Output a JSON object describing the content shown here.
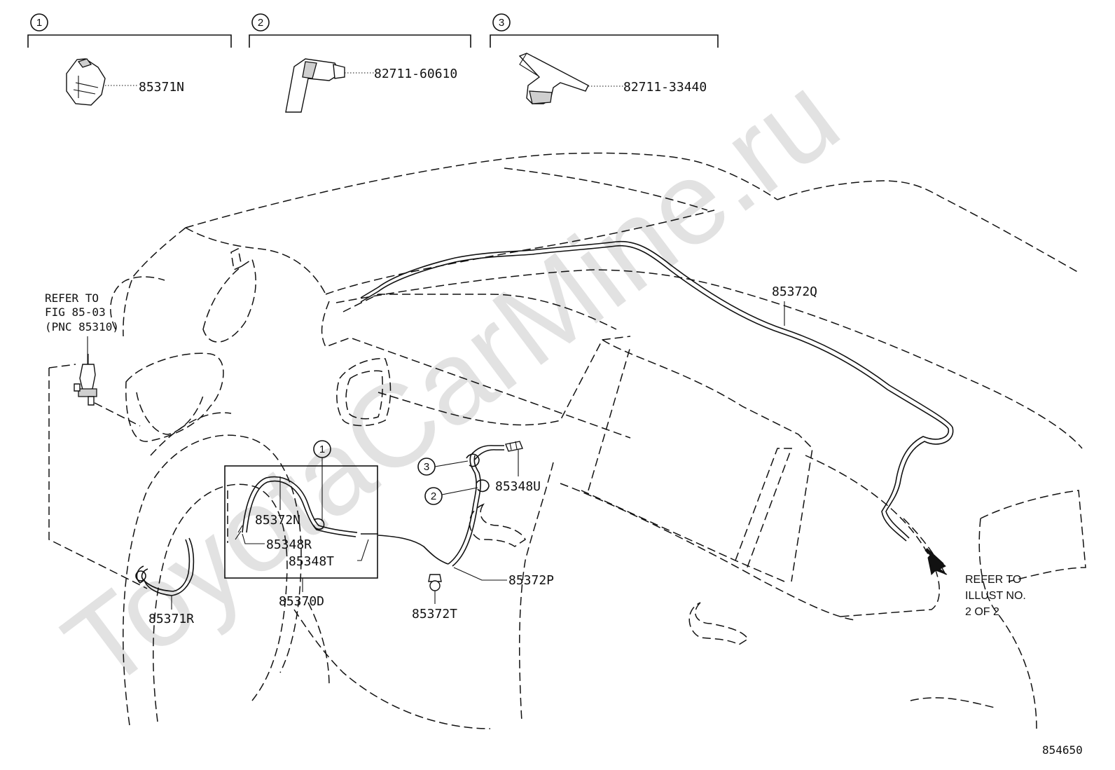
{
  "watermark": "ToyotaCarMine.ru",
  "figure_number": "854650",
  "refer_fig": {
    "line1": "REFER TO",
    "line2": "FIG 85-03",
    "line3": "(PNC 85310)"
  },
  "refer_illust": {
    "line1": "REFER TO",
    "line2": "ILLUST NO.",
    "line3": "2 OF 2"
  },
  "detail_boxes": [
    {
      "marker": "1",
      "part_number": "85371N"
    },
    {
      "marker": "2",
      "part_number": "82711-60610"
    },
    {
      "marker": "3",
      "part_number": "82711-33440"
    }
  ],
  "callouts": {
    "c1": "1",
    "c2": "2",
    "c3": "3"
  },
  "parts": {
    "p85372Q": "85372Q",
    "p85372N": "85372N",
    "p85348R": "85348R",
    "p85348T": "85348T",
    "p85370D": "85370D",
    "p85371R": "85371R",
    "p85348U": "85348U",
    "p85372P": "85372P",
    "p85372T": "85372T"
  }
}
